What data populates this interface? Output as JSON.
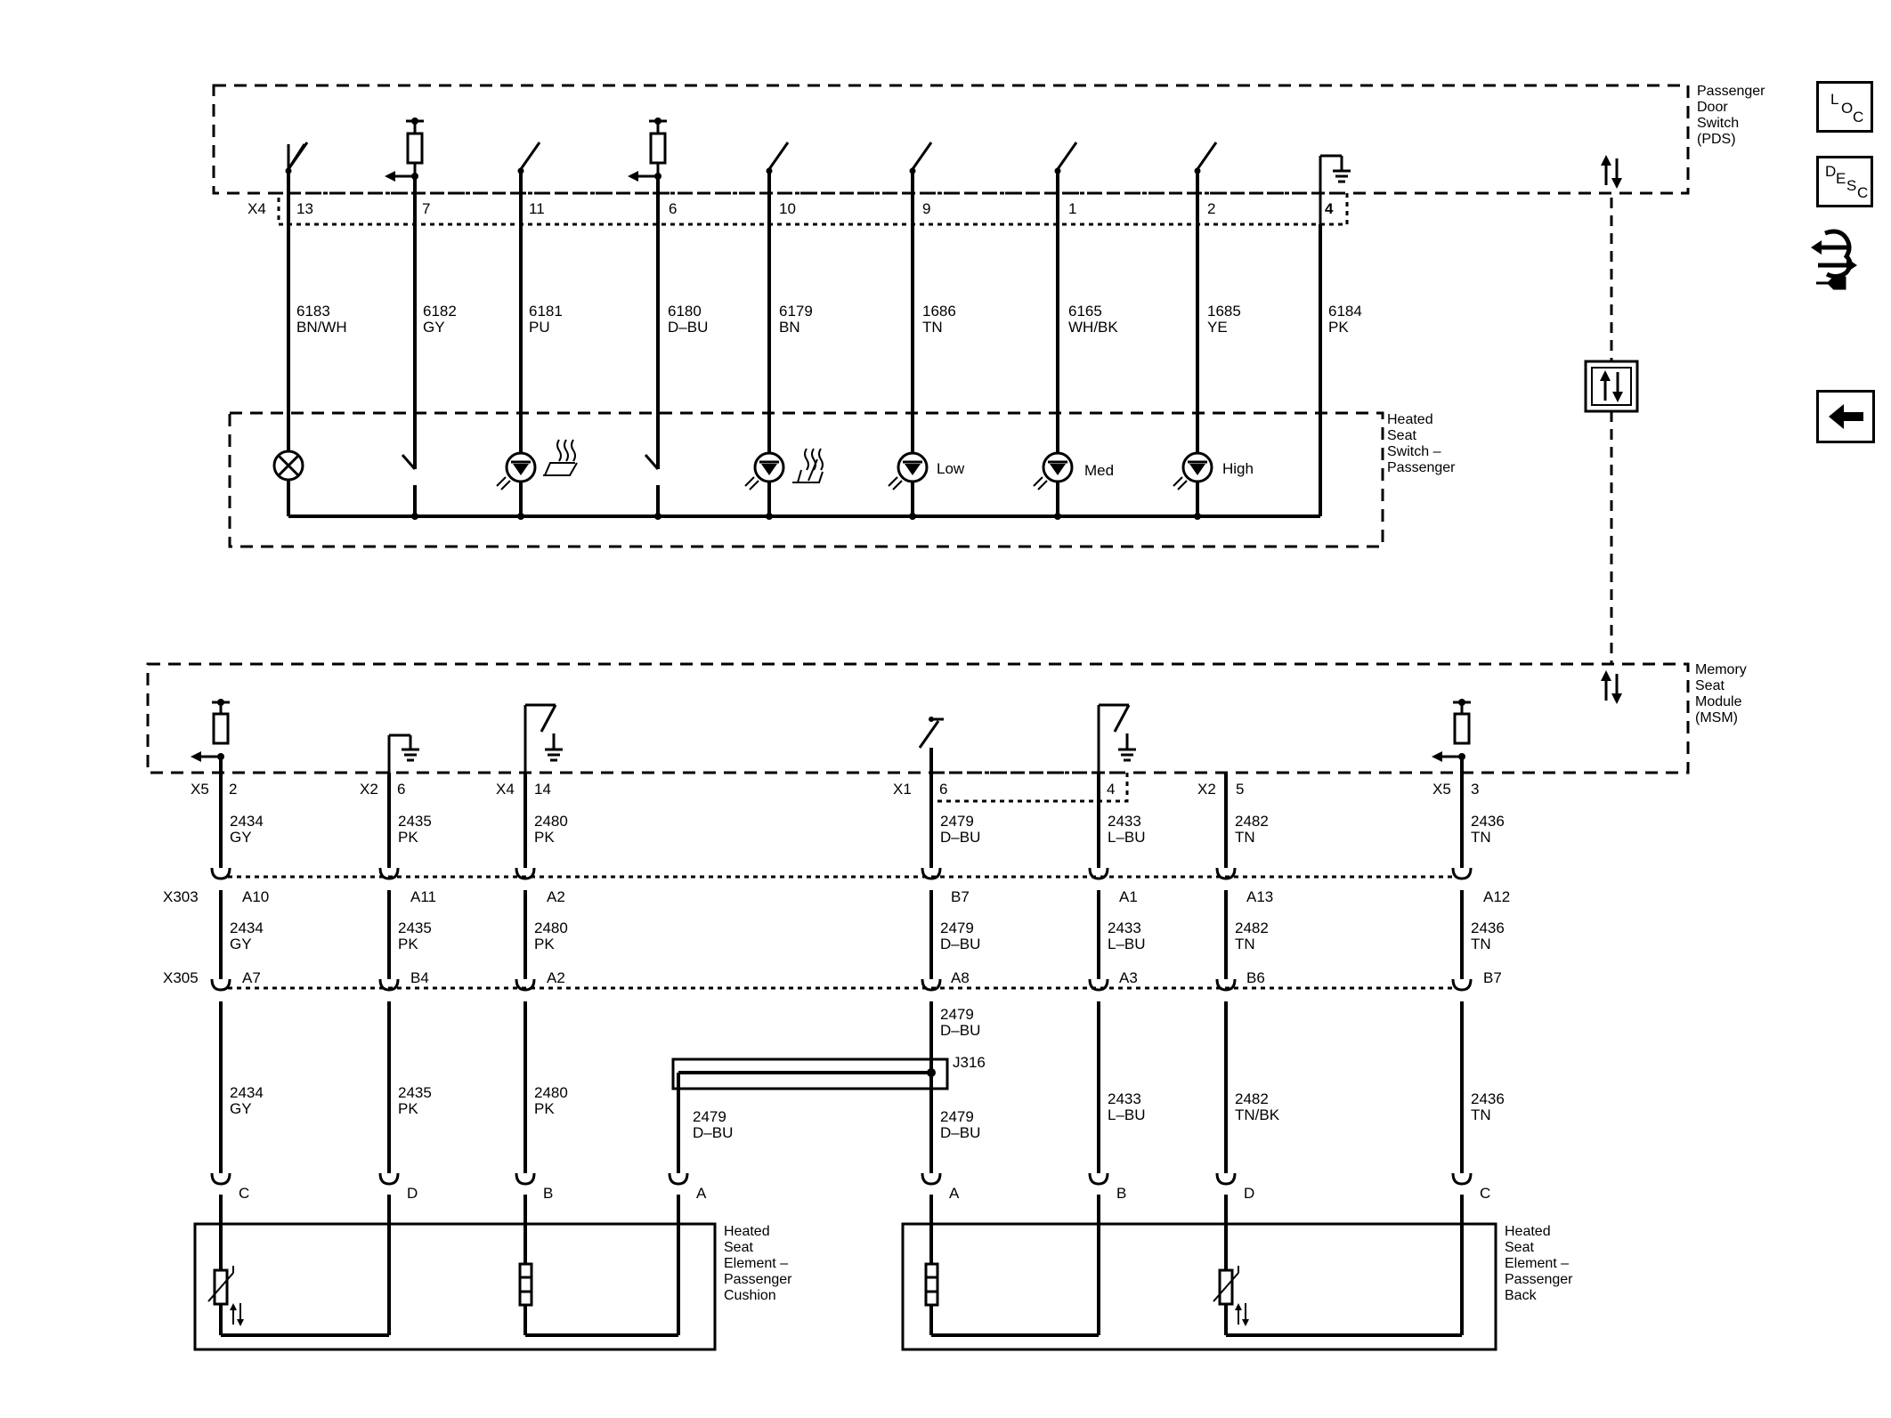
{
  "components": {
    "pds": [
      "Passenger",
      "Door",
      "Switch",
      "(PDS)"
    ],
    "hss": [
      "Heated",
      "Seat",
      "Switch –",
      "Passenger"
    ],
    "msm": [
      "Memory",
      "Seat",
      "Module",
      "(MSM)"
    ],
    "hsec": [
      "Heated",
      "Seat",
      "Element –",
      "Passenger",
      "Cushion"
    ],
    "hseb": [
      "Heated",
      "Seat",
      "Element –",
      "Passenger",
      "Back"
    ]
  },
  "top_connector": "X4",
  "top_pins": [
    "13",
    "7",
    "11",
    "6",
    "10",
    "9",
    "1",
    "2",
    "4"
  ],
  "top_wires": [
    [
      "6183",
      "BN/WH"
    ],
    [
      "6182",
      "GY"
    ],
    [
      "6181",
      "PU"
    ],
    [
      "6180",
      "D–BU"
    ],
    [
      "6179",
      "BN"
    ],
    [
      "1686",
      "TN"
    ],
    [
      "6165",
      "WH/BK"
    ],
    [
      "1685",
      "YE"
    ],
    [
      "6184",
      "PK"
    ]
  ],
  "indicator_labels": [
    "Low",
    "Med",
    "High"
  ],
  "msm_pins": [
    [
      "X5",
      "2"
    ],
    [
      "X2",
      "6"
    ],
    [
      "X4",
      "14"
    ],
    [
      "X1",
      "6"
    ],
    [
      "",
      "4"
    ],
    [
      "X2",
      "5"
    ],
    [
      "X5",
      "3"
    ]
  ],
  "wire_a": [
    [
      "2434",
      "GY"
    ],
    [
      "2435",
      "PK"
    ],
    [
      "2480",
      "PK"
    ],
    [
      "2479",
      "D–BU"
    ],
    [
      "2433",
      "L–BU"
    ],
    [
      "2482",
      "TN"
    ],
    [
      "2436",
      "TN"
    ]
  ],
  "x303": {
    "name": "X303",
    "pins": [
      "A10",
      "A11",
      "A2",
      "B7",
      "A1",
      "A13",
      "A12"
    ]
  },
  "wire_b": [
    [
      "2434",
      "GY"
    ],
    [
      "2435",
      "PK"
    ],
    [
      "2480",
      "PK"
    ],
    [
      "2479",
      "D–BU"
    ],
    [
      "2433",
      "L–BU"
    ],
    [
      "2482",
      "TN"
    ],
    [
      "2436",
      "TN"
    ]
  ],
  "x305": {
    "name": "X305",
    "pins": [
      "A7",
      "B4",
      "A2",
      "A8",
      "A3",
      "B6",
      "B7"
    ]
  },
  "wire_c_mid": [
    "2479",
    "D–BU"
  ],
  "splice": "J316",
  "wire_d": [
    [
      "2434",
      "GY"
    ],
    [
      "2435",
      "PK"
    ],
    [
      "2480",
      "PK"
    ],
    [
      "2479",
      "D–BU"
    ],
    [
      "2479",
      "D–BU"
    ],
    [
      "2433",
      "L–BU"
    ],
    [
      "2482",
      "TN/BK"
    ],
    [
      "2436",
      "TN"
    ]
  ],
  "element_pins": [
    "C",
    "D",
    "B",
    "A",
    "A",
    "B",
    "D",
    "C"
  ],
  "nav": {
    "loc": [
      "L",
      "O",
      "C"
    ],
    "desc": [
      "D",
      "E",
      "S",
      "C"
    ]
  },
  "serial_icons": [
    "bidirectional-arrows-icon",
    "serial-data-box-icon"
  ]
}
